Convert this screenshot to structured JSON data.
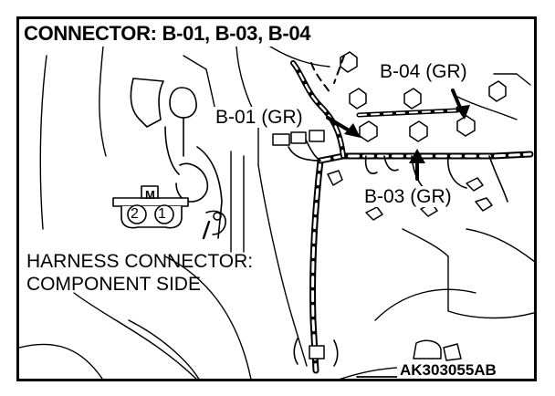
{
  "diagram": {
    "title": "CONNECTOR: B-01, B-03, B-04",
    "labels": {
      "b04": "B-04 (GR)",
      "b01": "B-01 (GR)",
      "b03": "B-03 (GR)"
    },
    "harness_note": {
      "line1": "HARNESS CONNECTOR:",
      "line2": "COMPONENT SIDE"
    },
    "connector_symbol": {
      "key": "M",
      "pins": [
        "2",
        "1"
      ]
    },
    "figure_code": "AK303055AB"
  }
}
